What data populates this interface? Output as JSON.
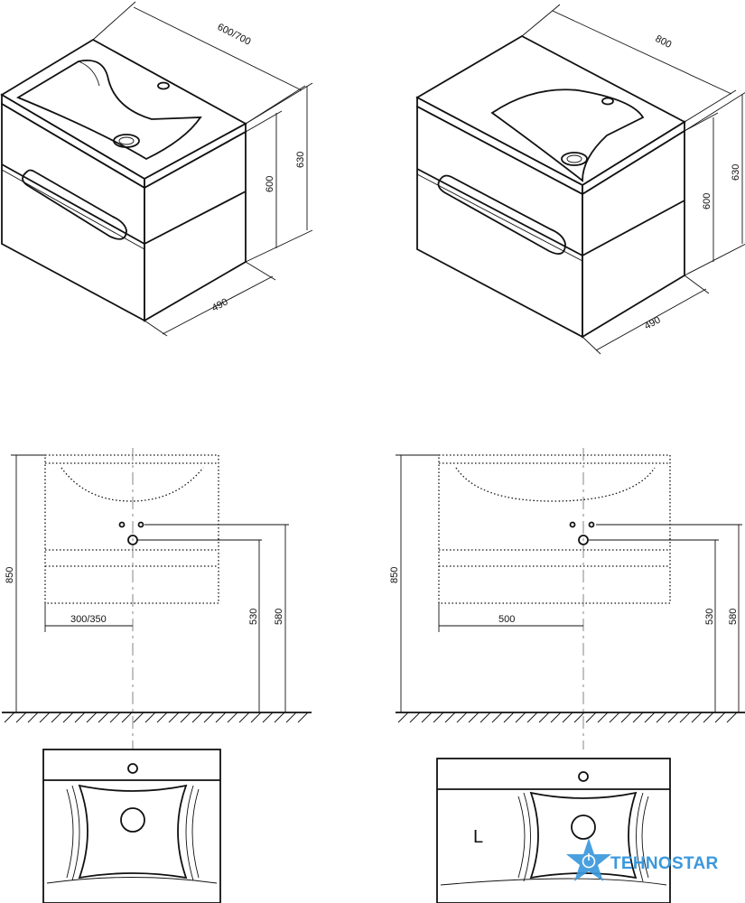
{
  "dimensions": {
    "left_iso": {
      "width": "600/700",
      "height_total": "630",
      "height_body": "600",
      "depth": "490"
    },
    "right_iso": {
      "width": "800",
      "height_total": "630",
      "height_body": "600",
      "depth": "490"
    },
    "left_front": {
      "overall_height": "850",
      "center_offset": "300/350",
      "outlet_height_1": "530",
      "outlet_height_2": "580"
    },
    "right_front": {
      "overall_height": "850",
      "center_offset": "500",
      "outlet_height_1": "530",
      "outlet_height_2": "580"
    }
  },
  "right_top_view": {
    "side_marker": "L"
  },
  "watermark": {
    "brand_text": "TEHNOSTAR",
    "brand_color": "#2f8fd8"
  }
}
